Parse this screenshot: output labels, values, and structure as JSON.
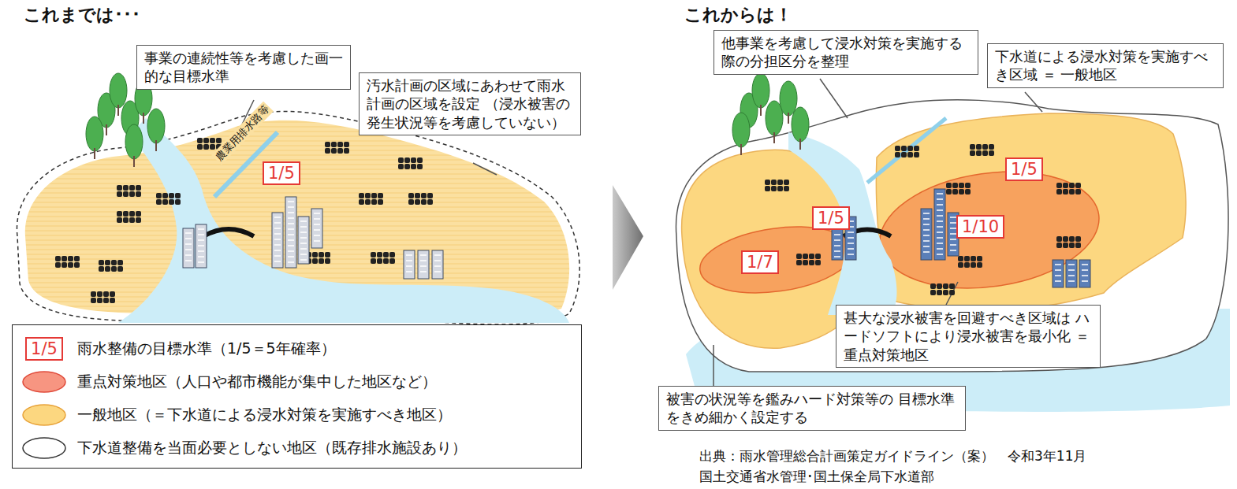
{
  "diagram": {
    "nodes": [
      {
        "text": [
          "事業の連続性等を考慮した画一的な目標水準"
        ]
      },
      {
        "text": [
          "汚水計画の区域にあわせて雨水計画の区域を設定 （浸水被害の発生状況等を考慮していない）"
        ]
      },
      {
        "text": [
          "1/5"
        ]
      },
      {
        "text": [
          "他事業を考慮して浸水対策を実施する際の分担区分を整理"
        ]
      },
      {
        "text": [
          "下水道による浸水対策を実施すべき区域 ＝ 一般地区"
        ]
      },
      {
        "text": [
          "1/5"
        ]
      },
      {
        "text": [
          "1/5"
        ]
      },
      {
        "text": [
          "1/7"
        ]
      },
      {
        "text": [
          "1/10"
        ]
      },
      {
        "text": [
          "甚大な浸水被害を回避すべき区域は ハードソフトにより浸水被害を最小化 ＝ 重点対策地区"
        ]
      },
      {
        "text": [
          "被害の状況等を鑑みハード対策等の 目標水準をきめ細かく設定する"
        ]
      }
    ],
    "labels": [
      "これまでは･･･",
      "これからは！",
      "農業用排水路等",
      "1/5",
      "出典：雨水管理総合計画策定ガイドライン（案）　令和3年11月",
      "国土交通省水管理･国土保全局下水道部"
    ],
    "legend": [
      {
        "text": "雨水整備の目標水準（1/5＝5年確率）"
      },
      {
        "text": "重点対策地区（人口や都市機能が集中した地区など）",
        "color": "#f79581"
      },
      {
        "text": "一般地区（＝下水道による浸水対策を実施すべき地区）",
        "color": "#fcd780"
      },
      {
        "text": "下水道整備を当面必要としない地区（既存排水施設あり）",
        "color": "#ffffff"
      }
    ]
  }
}
